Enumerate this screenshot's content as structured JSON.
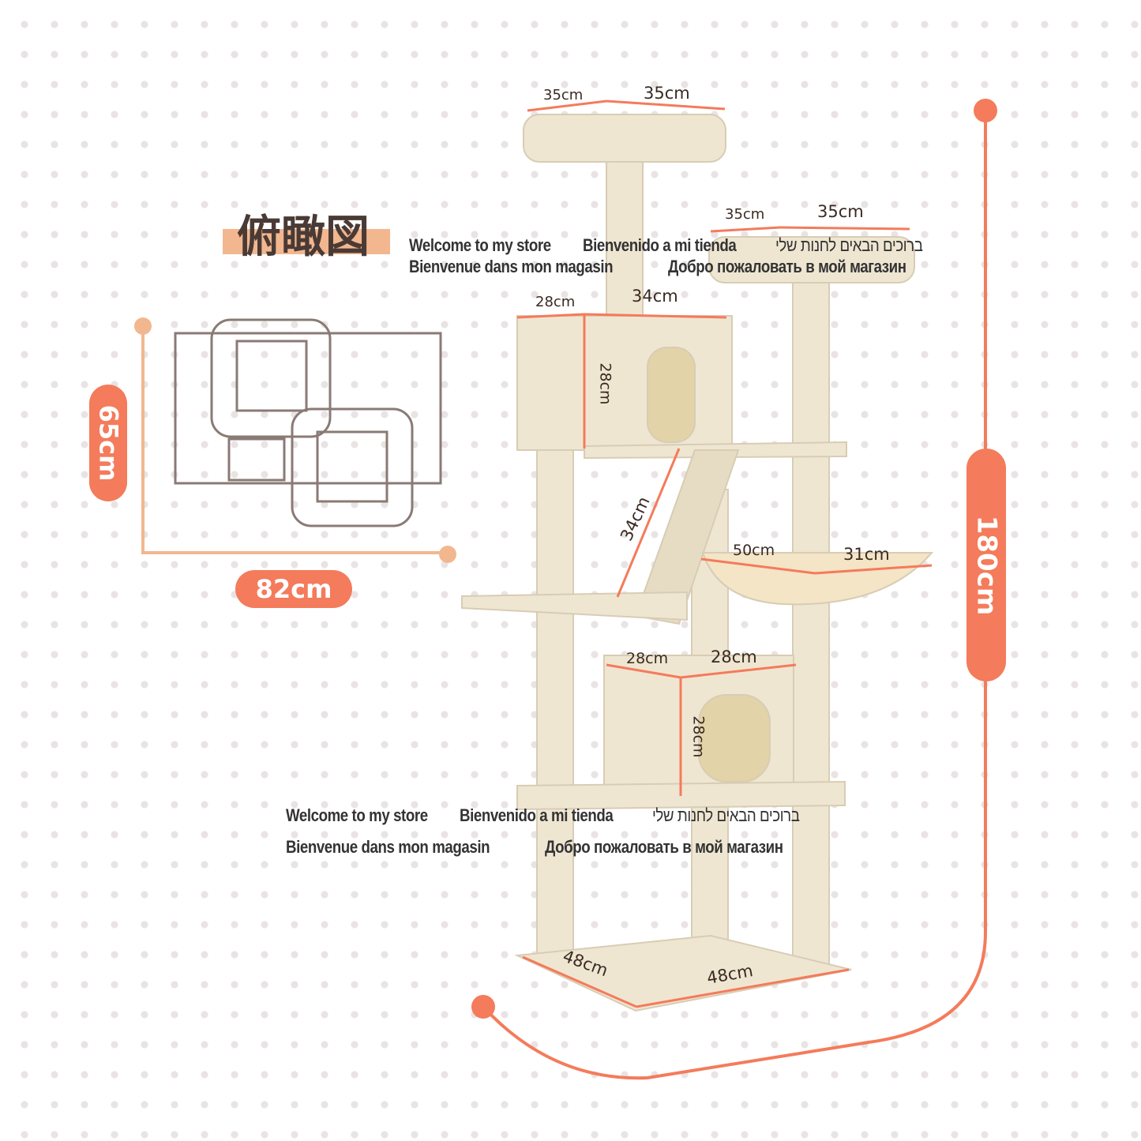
{
  "title": "俯瞰図",
  "overview": {
    "depth": "65cm",
    "width": "82cm"
  },
  "height": "180cm",
  "dimensions": {
    "top_a": "35cm",
    "top_b": "35cm",
    "second_a": "35cm",
    "second_b": "35cm",
    "condo_a": "28cm",
    "condo_b": "34cm",
    "condo_h": "28cm",
    "ramp": "34cm",
    "hammock_a": "50cm",
    "hammock_b": "31cm",
    "lower_a": "28cm",
    "lower_b": "28cm",
    "lower_h": "28cm",
    "base_a": "48cm",
    "base_b": "48cm"
  },
  "watermark": {
    "en": "Welcome to my store",
    "es": "Bienvenido a mi tienda",
    "he": "ברוכים הבאים לחנות שלי",
    "fr": "Bienvenue dans mon magasin",
    "ru": "Добро пожаловать в мой магазин"
  },
  "colors": {
    "accent": "#f47b5b",
    "beige": "#efe6d2"
  }
}
